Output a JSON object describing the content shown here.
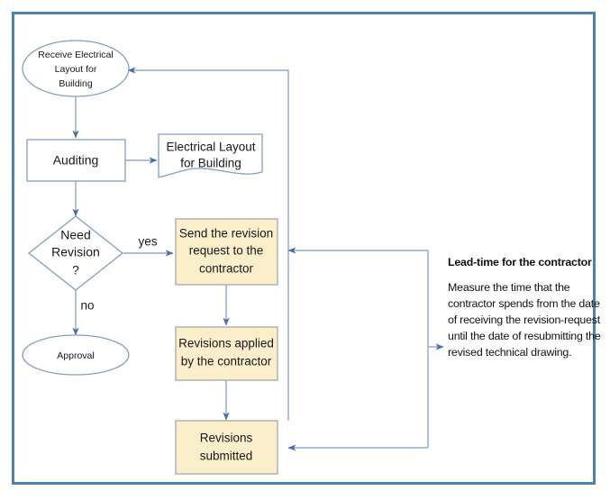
{
  "theme": {
    "frame_border_color": "#4f81ad",
    "process_fill": "#fbeecb",
    "process_stroke": "#a6a6a6",
    "outline_stroke": "#7f9fc4",
    "connector_color": "#8fa9cd",
    "text_color": "#171717",
    "background": "#ffffff"
  },
  "chart_data": {
    "type": "diagram",
    "subtype": "flowchart",
    "title": "",
    "nodes": [
      {
        "id": "start",
        "shape": "ellipse",
        "label": "Receive Electrical Layout for Building",
        "lines": [
          "Receive Electrical",
          "Layout for",
          "Building"
        ]
      },
      {
        "id": "auditing",
        "shape": "rectangle",
        "label": "Auditing",
        "lines": [
          "Auditing"
        ]
      },
      {
        "id": "document",
        "shape": "document",
        "label": "Electrical Layout for Building",
        "lines": [
          "Electrical Layout",
          "for Building"
        ]
      },
      {
        "id": "decision",
        "shape": "diamond",
        "label": "Need Revision ?",
        "lines": [
          "Need",
          "Revision",
          "?"
        ]
      },
      {
        "id": "approval",
        "shape": "ellipse",
        "label": "Approval",
        "lines": [
          "Approval"
        ]
      },
      {
        "id": "send_request",
        "shape": "process",
        "label": "Send the revision request to the contractor",
        "lines": [
          "Send the revision",
          "request to the",
          "contractor"
        ]
      },
      {
        "id": "revisions_applied",
        "shape": "process",
        "label": "Revisions applied by the contractor",
        "lines": [
          "Revisions applied",
          "by the contractor"
        ]
      },
      {
        "id": "revisions_submitted",
        "shape": "process",
        "label": "Revisions submitted",
        "lines": [
          "Revisions",
          "submitted"
        ]
      }
    ],
    "edges": [
      {
        "from": "start",
        "to": "auditing",
        "label": ""
      },
      {
        "from": "auditing",
        "to": "document",
        "label": ""
      },
      {
        "from": "auditing",
        "to": "decision",
        "label": ""
      },
      {
        "from": "decision",
        "to": "send_request",
        "label": "yes"
      },
      {
        "from": "decision",
        "to": "approval",
        "label": "no"
      },
      {
        "from": "send_request",
        "to": "revisions_applied",
        "label": ""
      },
      {
        "from": "revisions_applied",
        "to": "revisions_submitted",
        "label": ""
      },
      {
        "from": "revisions_submitted",
        "to": "start",
        "label": ""
      },
      {
        "from": "lead_time_bracket",
        "to": "send_request",
        "label": ""
      },
      {
        "from": "revisions_submitted",
        "to": "lead_time_bracket",
        "label": ""
      },
      {
        "from": "lead_time_bracket",
        "to": "annotation",
        "label": ""
      }
    ]
  },
  "edge_labels": {
    "yes": "yes",
    "no": "no"
  },
  "annotation": {
    "heading": "Lead-time for the contractor",
    "body": "Measure the time that the contractor spends from the date of receiving the revision-request until the date of resubmitting the revised technical drawing."
  }
}
